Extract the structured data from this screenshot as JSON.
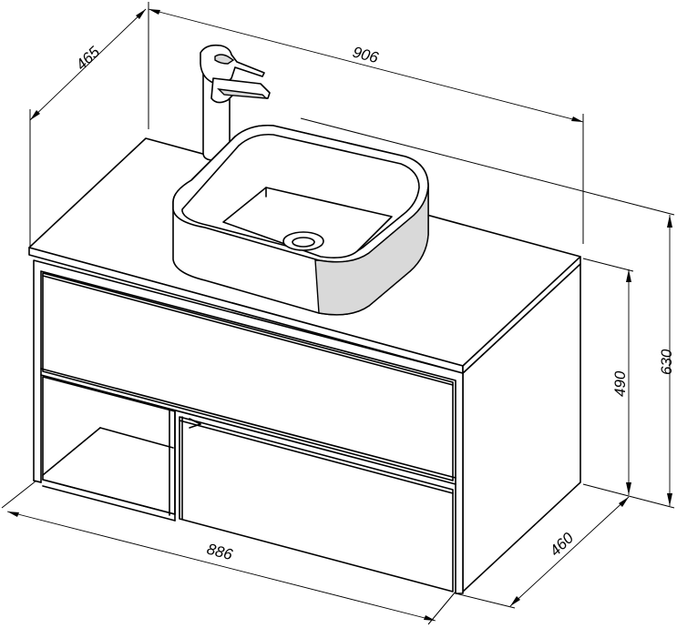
{
  "dimensions": {
    "top_width": "906",
    "top_depth": "465",
    "base_width": "886",
    "base_depth": "460",
    "cabinet_height": "490",
    "total_height": "630"
  }
}
